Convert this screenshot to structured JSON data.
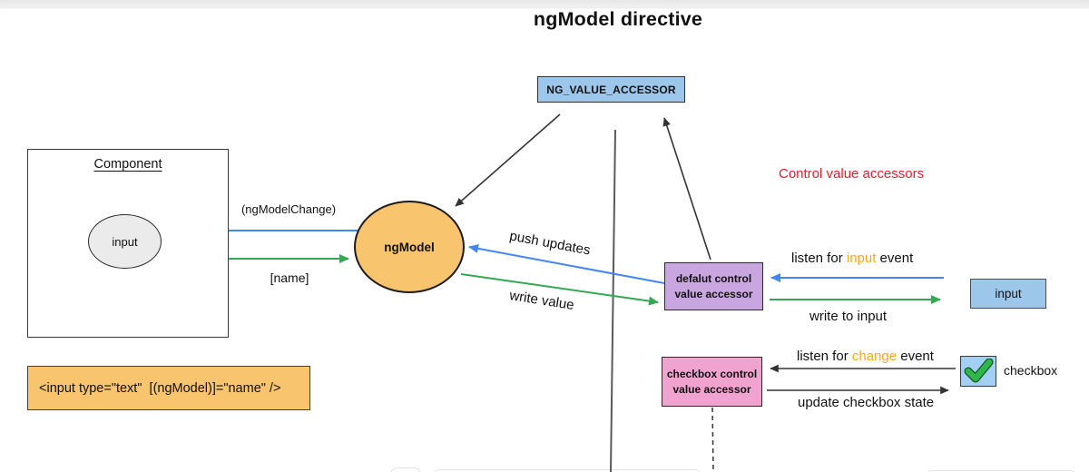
{
  "page": {
    "title": "ngModel directive"
  },
  "colors": {
    "node_blue": "#9dc7ea",
    "node_orange": "#f8c46e",
    "node_purple": "#c9a6e0",
    "node_pink": "#f0a3cf",
    "arrow_blue": "#4285f4",
    "arrow_green": "#34a853",
    "arrow_black": "#333333",
    "heading_red": "#ee1b2c",
    "keyword_orange": "#f6a71d",
    "check_green": "#2eb84b"
  },
  "nodes": {
    "ng_value_accessor": {
      "label": "NG_VALUE_ACCESSOR"
    },
    "component": {
      "title": "Component",
      "input_label": "input"
    },
    "ngmodel": {
      "label": "ngModel"
    },
    "default_cva": {
      "line1": "defalut control",
      "line2": "value accessor"
    },
    "checkbox_cva": {
      "line1": "checkbox control",
      "line2": "value accessor"
    },
    "input_box": {
      "label": "input"
    },
    "checkbox": {
      "label": "checkbox"
    }
  },
  "annotations": {
    "control_value_accessors": "Control value accessors",
    "ng_model_change": "(ngModelChange)",
    "name_binding": "[name]",
    "push_updates": "push updates",
    "write_value": "write value",
    "listen_input": {
      "pre": "listen for ",
      "keyword": "input",
      "post": " event"
    },
    "write_to_input": "write to input",
    "listen_change": {
      "pre": "listen for ",
      "keyword": "change",
      "post": " event"
    },
    "update_checkbox_state": "update checkbox state"
  },
  "code": {
    "snippet": "<input type=\"text\"  [(ngModel)]=\"name\" />"
  }
}
